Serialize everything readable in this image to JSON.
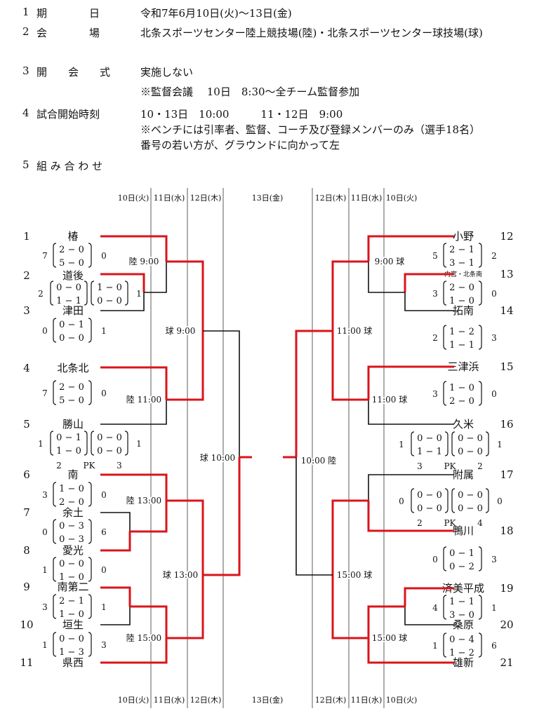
{
  "header": [
    {
      "num": "1",
      "label": "期　　　　日",
      "value": "令和7年6月10日(火)～13日(金)"
    },
    {
      "num": "2",
      "label": "会　　　　場",
      "value": "北条スポーツセンター陸上競技場(陸)・北条スポーツセンター球技場(球)"
    },
    {
      "num": "3",
      "label": "開　　会　　式",
      "value": "実施しない"
    },
    {
      "num": "",
      "label": "",
      "value": "※監督会議　 10日　8:30～全チーム監督参加"
    },
    {
      "num": "4",
      "label": "試合開始時刻",
      "value": "10・13日　10:00　　　11・12日　9:00"
    },
    {
      "num": "",
      "label": "",
      "value": "※ベンチには引率者、監督、コーチ及び登録メンバーのみ（選手18名）"
    },
    {
      "num": "",
      "label": "",
      "value": "番号の若い方が、グラウンドに向かって左"
    },
    {
      "num": "5",
      "label": "組 み 合 わ せ",
      "value": ""
    }
  ],
  "date_columns": {
    "left": [
      "10日(火)",
      "11日(水)",
      "12日(木)"
    ],
    "center": "13日(金)",
    "right": [
      "12日(木)",
      "11日(水)",
      "10日(火)"
    ]
  },
  "teams": [
    {
      "num": "1",
      "name": "椿"
    },
    {
      "num": "2",
      "name": "道後"
    },
    {
      "num": "3",
      "name": "津田"
    },
    {
      "num": "4",
      "name": "北条北"
    },
    {
      "num": "5",
      "name": "勝山"
    },
    {
      "num": "6",
      "name": "南"
    },
    {
      "num": "7",
      "name": "余土"
    },
    {
      "num": "8",
      "name": "愛光"
    },
    {
      "num": "9",
      "name": "南第二"
    },
    {
      "num": "10",
      "name": "垣生"
    },
    {
      "num": "11",
      "name": "県西"
    },
    {
      "num": "12",
      "name": "小野"
    },
    {
      "num": "13",
      "name": "内宮・北条南"
    },
    {
      "num": "14",
      "name": "拓南"
    },
    {
      "num": "15",
      "name": "三津浜"
    },
    {
      "num": "16",
      "name": "久米"
    },
    {
      "num": "17",
      "name": "附属"
    },
    {
      "num": "18",
      "name": "鴨川"
    },
    {
      "num": "19",
      "name": "済美平成"
    },
    {
      "num": "20",
      "name": "桑原"
    },
    {
      "num": "21",
      "name": "雄新"
    }
  ],
  "match_times": [
    "陸 9:00",
    "球 9:00",
    "陸 11:00",
    "陸 13:00",
    "球 13:00",
    "陸 15:00",
    "球 10:00",
    "9:00 球",
    "11:00 球",
    "11:00 球",
    "10:00 陸",
    "15:00 球",
    "15:00 球"
  ],
  "scores": [
    {
      "l": "7",
      "s1": "2 − 0",
      "s2": "5 − 0",
      "r": "0"
    },
    {
      "l": "2",
      "s1": "0 − 0",
      "s2": "1 − 1",
      "s3": "1 − 0",
      "s4": "0 − 0",
      "r": "1"
    },
    {
      "l": "0",
      "s1": "0 − 1",
      "s2": "0 − 0",
      "r": "1"
    },
    {
      "l": "7",
      "s1": "2 − 0",
      "s2": "5 − 0",
      "r": "0"
    },
    {
      "l": "1",
      "s1": "0 − 1",
      "s2": "1 − 0",
      "s3": "0 − 0",
      "s4": "0 − 0",
      "r": "1",
      "pk": [
        "2",
        "PK",
        "3"
      ]
    },
    {
      "l": "3",
      "s1": "1 − 0",
      "s2": "2 − 0",
      "r": "0"
    },
    {
      "l": "0",
      "s1": "0 − 3",
      "s2": "0 − 3",
      "r": "6"
    },
    {
      "l": "1",
      "s1": "0 − 0",
      "s2": "1 − 0",
      "r": "0"
    },
    {
      "l": "3",
      "s1": "2 − 1",
      "s2": "1 − 0",
      "r": "1"
    },
    {
      "l": "1",
      "s1": "0 − 0",
      "s2": "1 − 3",
      "r": "3"
    },
    {
      "l": "5",
      "s1": "2 − 1",
      "s2": "3 − 1",
      "r": "2"
    },
    {
      "l": "3",
      "s1": "2 − 0",
      "s2": "1 − 0",
      "r": "0"
    },
    {
      "l": "2",
      "s1": "1 − 2",
      "s2": "1 − 1",
      "r": "3"
    },
    {
      "l": "3",
      "s1": "1 − 0",
      "s2": "2 − 0",
      "r": "0"
    },
    {
      "l": "1",
      "s1": "0 − 0",
      "s2": "1 − 1",
      "s3": "0 − 0",
      "s4": "0 − 0",
      "r": "1",
      "pk": [
        "3",
        "PK",
        "2"
      ]
    },
    {
      "l": "0",
      "s1": "0 − 0",
      "s2": "0 − 0",
      "s3": "0 − 0",
      "s4": "0 − 0",
      "r": "0",
      "pk": [
        "2",
        "PK",
        "4"
      ]
    },
    {
      "l": "0",
      "s1": "0 − 1",
      "s2": "0 − 2",
      "r": "3"
    },
    {
      "l": "4",
      "s1": "1 − 1",
      "s2": "3 − 0",
      "r": "1"
    },
    {
      "l": "1",
      "s1": "0 − 4",
      "s2": "1 − 2",
      "r": "6"
    }
  ],
  "colors": {
    "winner_line": "#d9141b",
    "line": "#111111"
  }
}
